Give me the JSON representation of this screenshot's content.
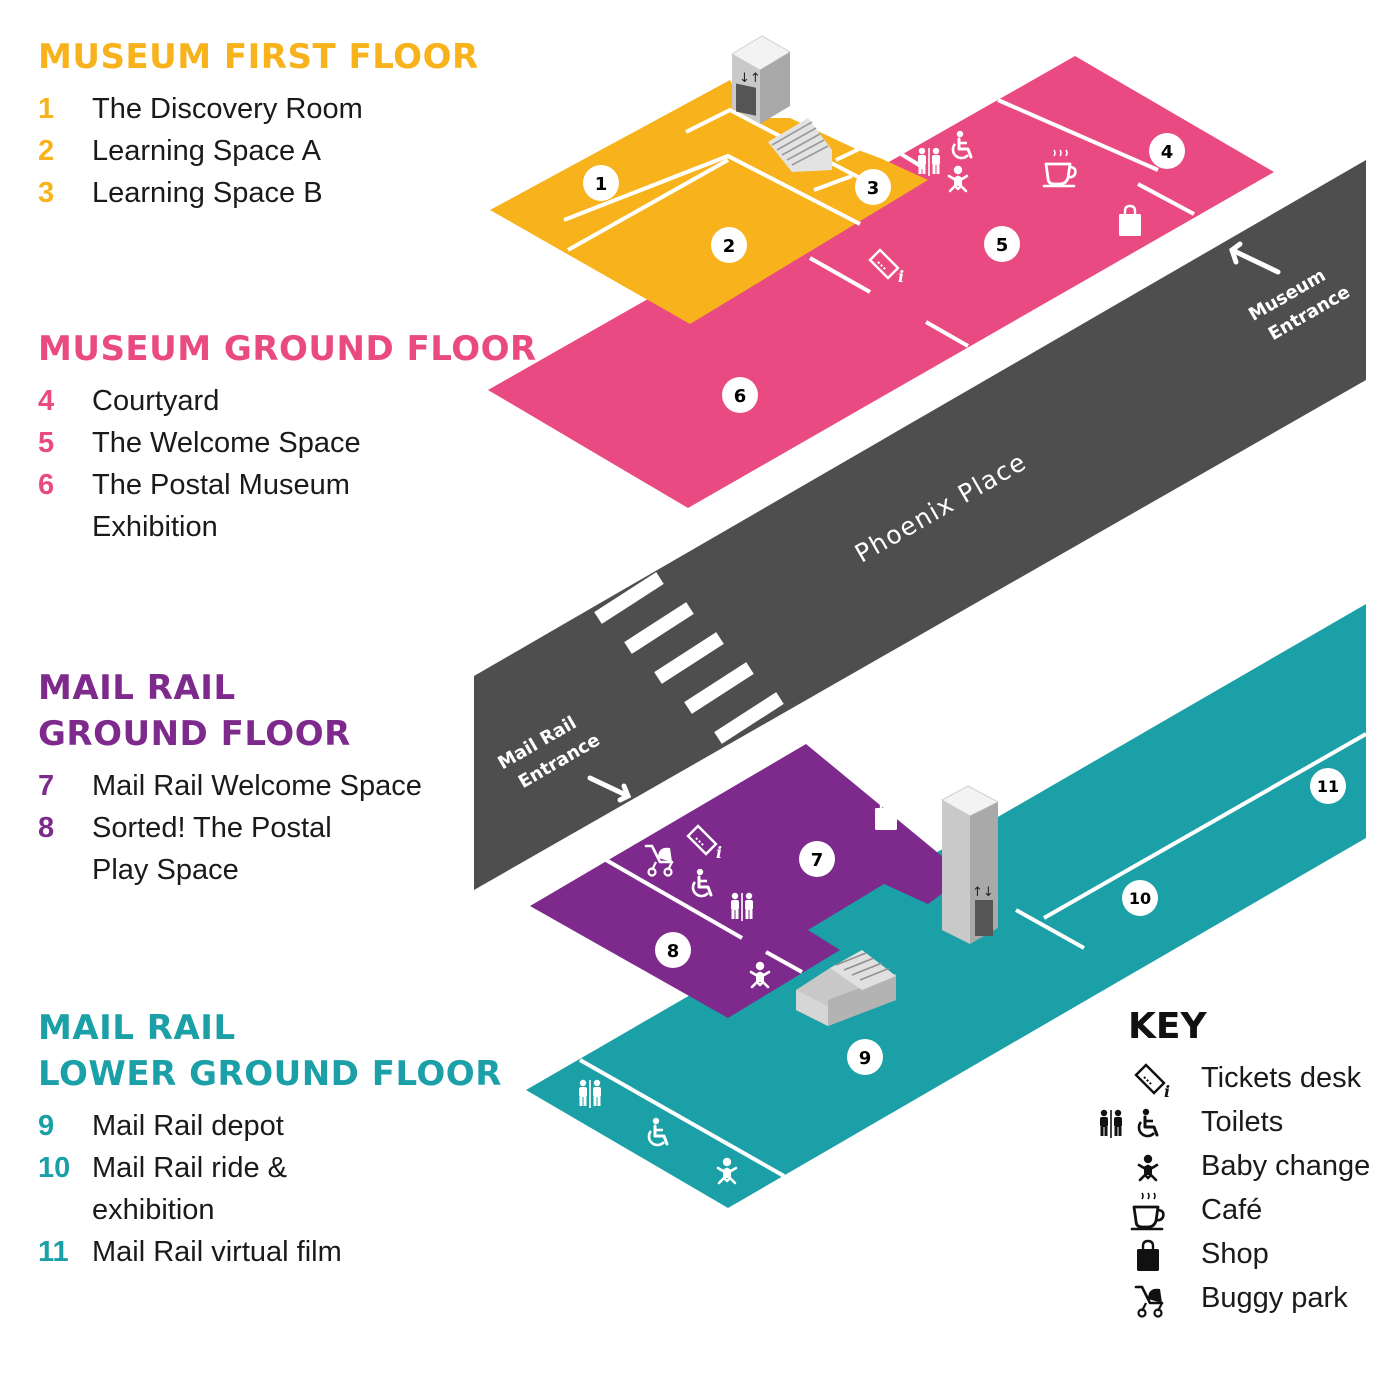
{
  "floors": [
    {
      "title": "MUSEUM FIRST FLOOR",
      "color": "#f7b21c",
      "items": [
        {
          "num": "1",
          "text": "The Discovery Room"
        },
        {
          "num": "2",
          "text": "Learning Space A"
        },
        {
          "num": "3",
          "text": "Learning Space B"
        }
      ]
    },
    {
      "title": "MUSEUM GROUND FLOOR",
      "color": "#ea4a82",
      "items": [
        {
          "num": "4",
          "text": "Courtyard"
        },
        {
          "num": "5",
          "text": "The Welcome Space"
        },
        {
          "num": "6",
          "text": "The Postal Museum",
          "text2": "Exhibition"
        }
      ]
    },
    {
      "title": "MAIL RAIL",
      "title2": "GROUND FLOOR",
      "color": "#7d2a8c",
      "items": [
        {
          "num": "7",
          "text": "Mail Rail Welcome Space"
        },
        {
          "num": "8",
          "text": "Sorted! The Postal",
          "text2": "Play Space"
        }
      ]
    },
    {
      "title": "MAIL RAIL",
      "title2": "LOWER GROUND FLOOR",
      "color": "#1aa0a6",
      "items": [
        {
          "num": "9",
          "text": "Mail Rail depot"
        },
        {
          "num": "10",
          "text": "Mail Rail ride &",
          "text2": "exhibition"
        },
        {
          "num": "11",
          "text": "Mail Rail virtual film"
        }
      ]
    }
  ],
  "map": {
    "street_name": "Phoenix Place",
    "museum_entrance": {
      "line1": "Museum",
      "line2": "Entrance"
    },
    "mailrail_entrance": {
      "line1": "Mail Rail",
      "line2": "Entrance"
    },
    "markers": [
      "1",
      "2",
      "3",
      "4",
      "5",
      "6",
      "7",
      "8",
      "9",
      "10",
      "11"
    ],
    "colors": {
      "road": "#4e4e4e",
      "first_floor": "#f7b21c",
      "ground_floor": "#ea4a82",
      "mailrail_ground": "#7d2a8c",
      "mailrail_lower": "#1aa0a6"
    }
  },
  "key": {
    "title": "KEY",
    "items": [
      {
        "icon": "ticket-icon",
        "label": "Tickets desk"
      },
      {
        "icon": "toilets-icon",
        "label": "Toilets"
      },
      {
        "icon": "baby-change-icon",
        "label": "Baby change"
      },
      {
        "icon": "cafe-icon",
        "label": "Café"
      },
      {
        "icon": "shop-icon",
        "label": "Shop"
      },
      {
        "icon": "buggy-park-icon",
        "label": "Buggy park"
      }
    ]
  }
}
